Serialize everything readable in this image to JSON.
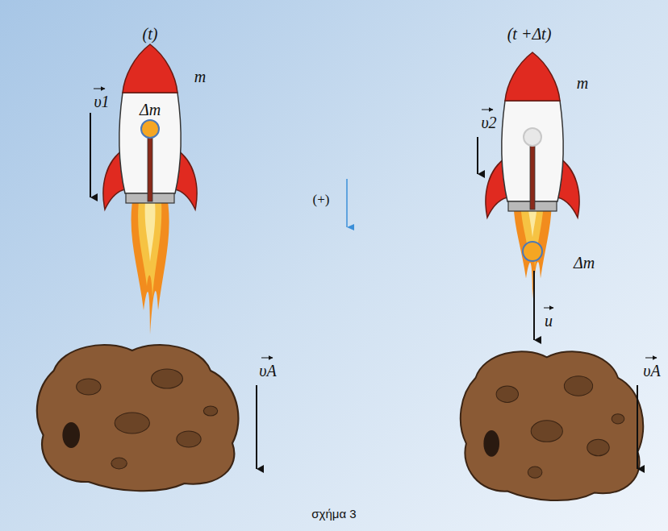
{
  "diagram": {
    "caption": "σχήμα 3",
    "labels": [
      "(t)",
      "(t +Δt)",
      "m",
      "υ1",
      "Δm",
      "(+)",
      "m",
      "υ2",
      "Δm",
      "u",
      "υA",
      "υA"
    ]
  }
}
